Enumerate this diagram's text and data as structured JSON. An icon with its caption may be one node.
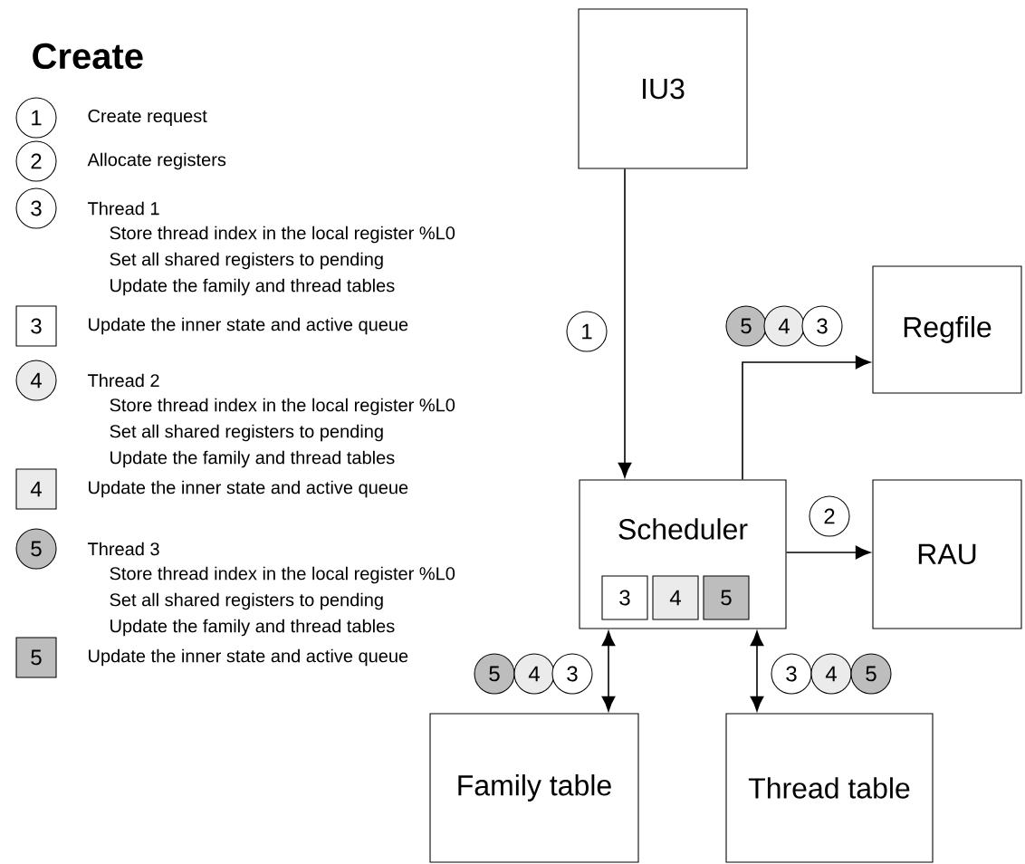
{
  "diagram": {
    "title": "Create",
    "nodes": [
      {
        "text": [
          "1"
        ],
        "beside": [
          "Create request"
        ]
      },
      {
        "text": [
          "2"
        ],
        "beside": [
          "Allocate registers"
        ]
      },
      {
        "text": [
          "3"
        ],
        "beside": [
          "Thread 1",
          "Store thread index in the local register %L0",
          "Set all shared registers to pending",
          "Update the family and thread tables"
        ]
      },
      {
        "text": [
          "3"
        ],
        "beside": [
          "Update the inner state and active queue"
        ]
      },
      {
        "text": [
          "4"
        ],
        "beside": [
          "Thread 2",
          "Store thread index in the local register %L0",
          "Set all shared registers to pending",
          "Update the family and thread tables"
        ]
      },
      {
        "text": [
          "4"
        ],
        "beside": [
          "Update the inner state and active queue"
        ]
      },
      {
        "text": [
          "5"
        ],
        "beside": [
          "Thread 3",
          "Store thread index in the local register %L0",
          "Set all shared registers to pending",
          "Update the family and thread tables"
        ]
      },
      {
        "text": [
          "5"
        ],
        "beside": [
          "Update the inner state and active queue"
        ]
      },
      {
        "text": [
          "IU3"
        ]
      },
      {
        "text": [
          "1"
        ]
      },
      {
        "text": [
          "5"
        ]
      },
      {
        "text": [
          "4"
        ]
      },
      {
        "text": [
          "3"
        ]
      },
      {
        "text": [
          "Regfile"
        ]
      },
      {
        "text": [
          "Scheduler"
        ]
      },
      {
        "text": [
          "3"
        ],
        "in": 14
      },
      {
        "text": [
          "4"
        ],
        "in": 14
      },
      {
        "text": [
          "5"
        ],
        "in": 14
      },
      {
        "text": [
          "2"
        ]
      },
      {
        "text": [
          "RAU"
        ]
      },
      {
        "text": [
          "5"
        ]
      },
      {
        "text": [
          "4"
        ]
      },
      {
        "text": [
          "3"
        ]
      },
      {
        "text": [
          "3"
        ]
      },
      {
        "text": [
          "4"
        ]
      },
      {
        "text": [
          "5"
        ]
      },
      {
        "text": [
          "Family table"
        ]
      },
      {
        "text": [
          "Thread table"
        ]
      }
    ],
    "edges": [
      {
        "from": 8,
        "to": 14,
        "arrow": "to"
      },
      {
        "from": 14,
        "to": 13,
        "arrow": "to"
      },
      {
        "from": 14,
        "to": 19,
        "arrow": "to"
      },
      {
        "from": 14,
        "to": 26,
        "arrow": "both"
      },
      {
        "from": 14,
        "to": 27,
        "arrow": "both"
      }
    ]
  }
}
